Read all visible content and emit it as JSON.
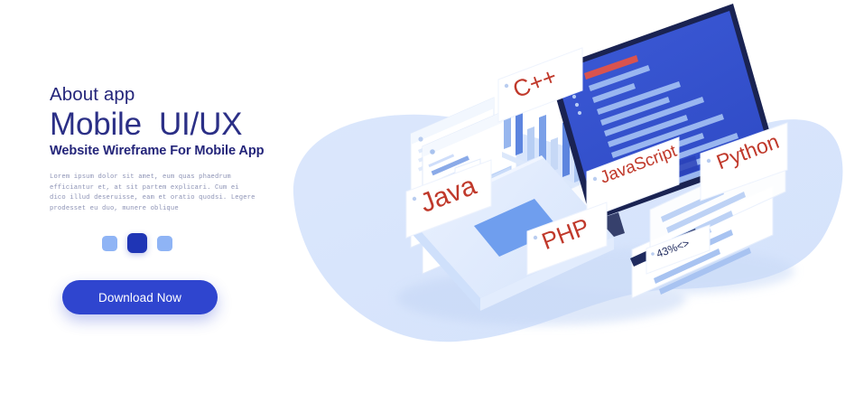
{
  "page": {
    "background_color": "#ffffff",
    "accent_blue": "#2f45cf",
    "navy": "#24257a",
    "label_red": "#c0392b",
    "blob_color": "#d8e5fb"
  },
  "hero": {
    "eyebrow": "About app",
    "headline": "Mobile  UI/UX",
    "subhead": "Website Wireframe For Mobile App",
    "paragraph": "Lorem ipsum dolor sit amet, eum quas phaedrum efficiantur et, at sit partem explicari. Cum ei dico illud deseruisse, eam et oratio quodsi. Legere prodesset eu duo, munere oblique",
    "cta_label": "Download Now"
  },
  "pagination": {
    "dots": [
      {
        "name": "dot-1",
        "active": false
      },
      {
        "name": "dot-2",
        "active": true
      },
      {
        "name": "dot-3",
        "active": false
      }
    ]
  },
  "illustration": {
    "name": "isometric-laptop-code-illustration",
    "labels": [
      {
        "id": "cpp",
        "text": "C++"
      },
      {
        "id": "python",
        "text": "Python"
      },
      {
        "id": "javascript",
        "text": "JavaScript"
      },
      {
        "id": "java",
        "text": "Java"
      },
      {
        "id": "php",
        "text": "PHP"
      }
    ],
    "badge": {
      "id": "progress-badge",
      "text": "43%<>"
    }
  }
}
